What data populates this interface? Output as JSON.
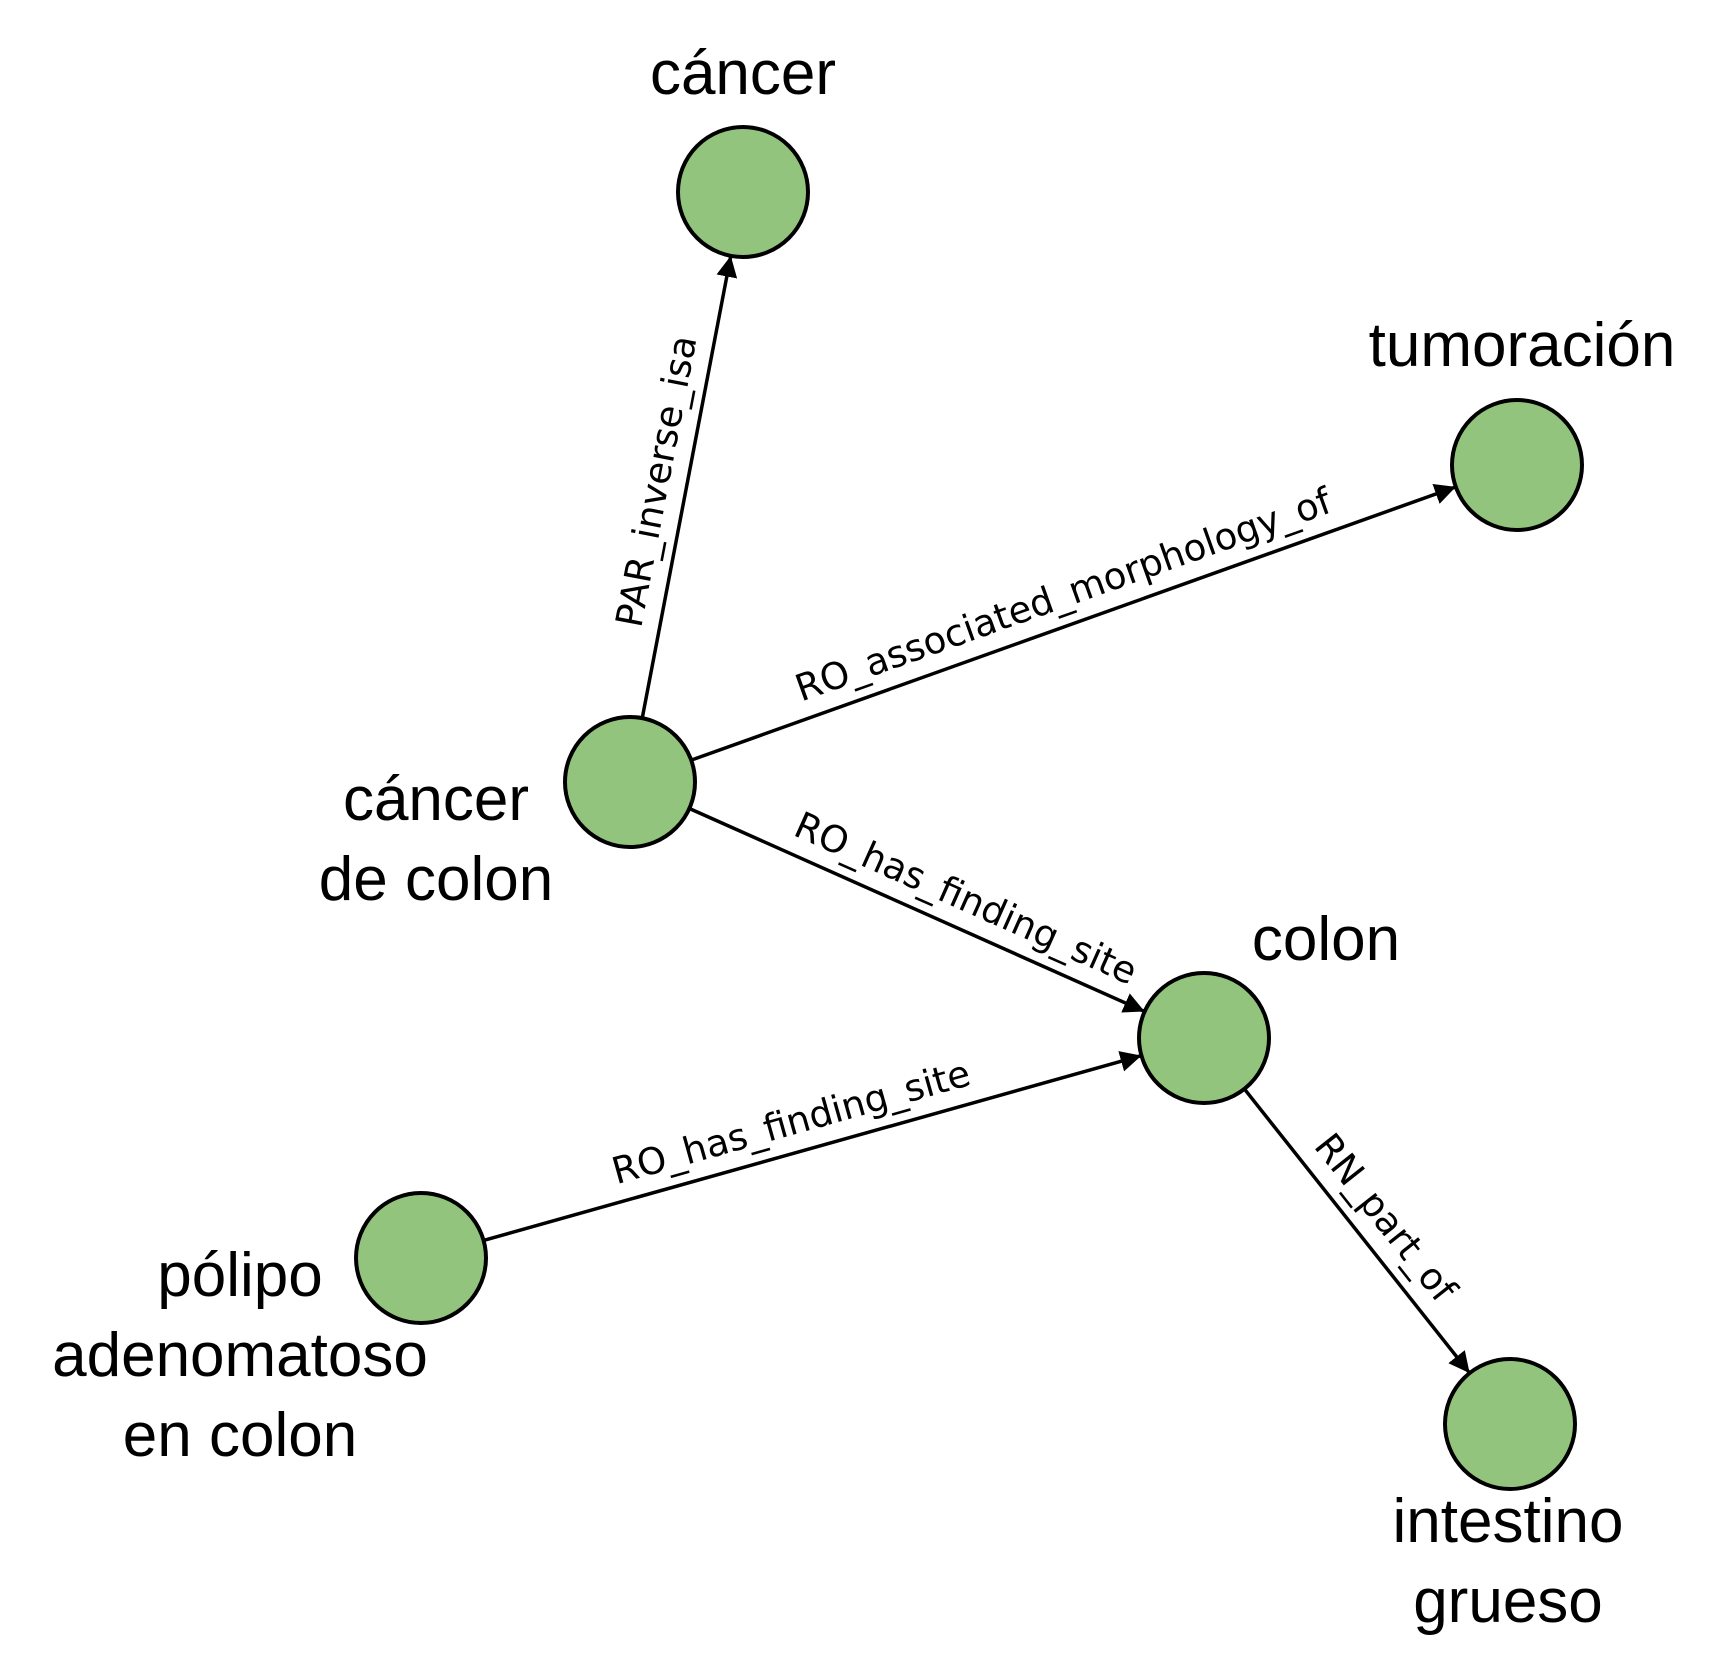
{
  "colors": {
    "node_fill": "#93c47d",
    "node_stroke": "#000000",
    "edge": "#000000",
    "text": "#000000",
    "background": "#ffffff"
  },
  "nodes": [
    {
      "id": "cancer",
      "lines": [
        "cáncer"
      ]
    },
    {
      "id": "tumoracion",
      "lines": [
        "tumoración"
      ]
    },
    {
      "id": "cancer-de-colon",
      "lines": [
        "cáncer",
        "de colon"
      ]
    },
    {
      "id": "colon",
      "lines": [
        "colon"
      ]
    },
    {
      "id": "polipo",
      "lines": [
        "pólipo",
        "adenomatoso",
        "en colon"
      ]
    },
    {
      "id": "intestino-grueso",
      "lines": [
        "intestino",
        "grueso"
      ]
    }
  ],
  "edges": [
    {
      "id": "e1",
      "from": "cancer-de-colon",
      "to": "cancer",
      "label": "PAR_inverse_isa"
    },
    {
      "id": "e2",
      "from": "cancer-de-colon",
      "to": "tumoracion",
      "label": "RO_associated_morphology_of"
    },
    {
      "id": "e3",
      "from": "cancer-de-colon",
      "to": "colon",
      "label": "RO_has_finding_site"
    },
    {
      "id": "e4",
      "from": "polipo",
      "to": "colon",
      "label": "RO_has_finding_site"
    },
    {
      "id": "e5",
      "from": "colon",
      "to": "intestino-grueso",
      "label": "RN_part_of"
    }
  ]
}
